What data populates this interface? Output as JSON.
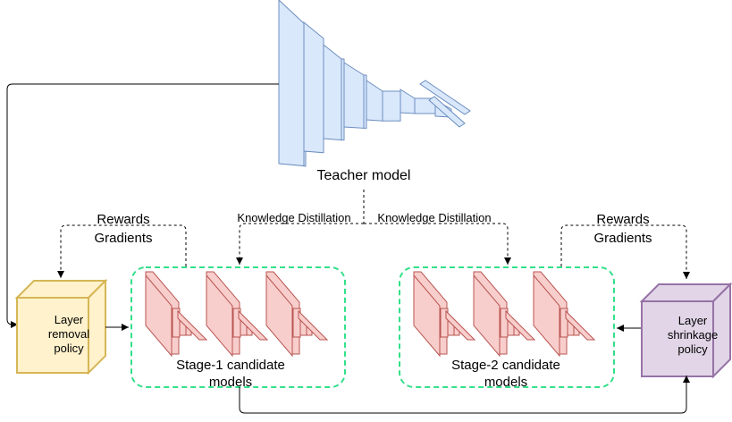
{
  "teacher": {
    "label": "Teacher model"
  },
  "distillation": {
    "left_label": "Knowledge Distillation",
    "right_label": "Knowledge Distillation"
  },
  "left_feedback": {
    "rewards": "Rewards",
    "gradients": "Gradients"
  },
  "right_feedback": {
    "rewards": "Rewards",
    "gradients": "Gradients"
  },
  "layer_removal_policy": {
    "line1": "Layer",
    "line2": "removal",
    "line3": "policy"
  },
  "layer_shrinkage_policy": {
    "line1": "Layer",
    "line2": "shrinkage",
    "line3": "policy"
  },
  "stage1": {
    "line1": "Stage-1 candidate",
    "line2": "models"
  },
  "stage2": {
    "line1": "Stage-2 candidate",
    "line2": "models"
  },
  "colors": {
    "teacher_fill": "#dae8fc",
    "teacher_stroke": "#6c8ebf",
    "candidate_fill": "#f8cecc",
    "candidate_stroke": "#b85450",
    "removal_fill": "#fff2cc",
    "removal_stroke": "#d6b656",
    "shrinkage_fill": "#e1d5e7",
    "shrinkage_stroke": "#9673a6",
    "group_stroke": "#33e08a"
  },
  "icons": [
    "teacher-network-icon",
    "candidate-network-icon",
    "policy-cube-icon"
  ]
}
